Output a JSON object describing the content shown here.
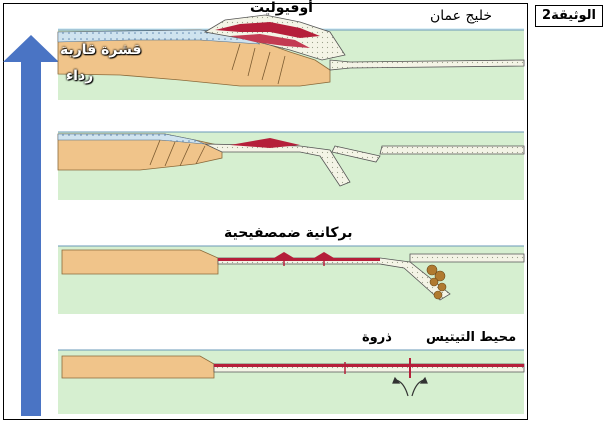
{
  "document_label": "الوثيقة2",
  "labels": {
    "ophiolite": "أوفيوليت",
    "gulf_of_oman": "خليج عمان",
    "continental_crust": "قشرة قارية",
    "mantle": "رداء",
    "volcanism": "بركانية ضمصفيحية",
    "ridge": "ذروة",
    "tethys_ocean": "محيط التيتيس"
  },
  "colors": {
    "arrow": "#4a74c4",
    "continental_crust": "#f0c48a",
    "mantle": "#d6efd0",
    "oceanic_crust": "#b51f3a",
    "sea": "#dff1f7",
    "oceanic_plate": "#f4f4e6"
  }
}
